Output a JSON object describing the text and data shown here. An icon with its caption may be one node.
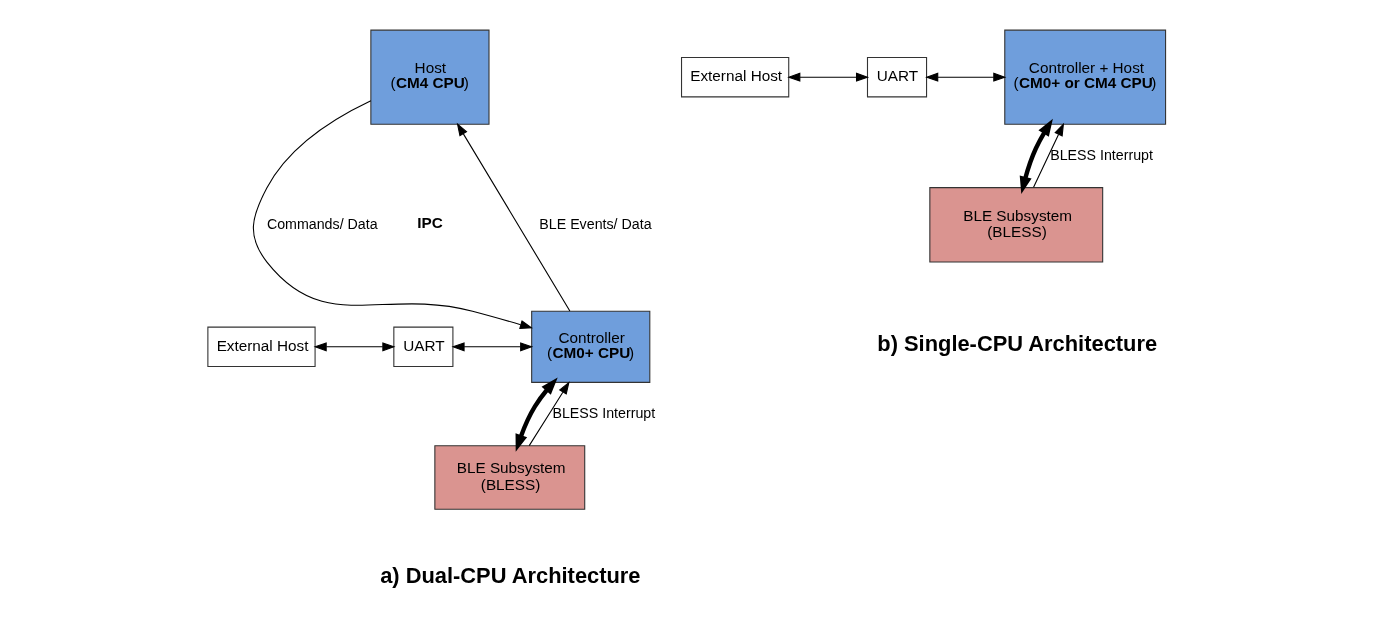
{
  "diagram": {
    "nodes": [
      {
        "text": [
          "Host",
          "(**CM4 CPU**)"
        ]
      },
      {
        "text": [
          "External Host"
        ]
      },
      {
        "text": [
          "UART"
        ]
      },
      {
        "text": [
          "Controller",
          "(**CM0+ CPU**)"
        ]
      },
      {
        "text": [
          "BLE Subsystem",
          "(BLESS)"
        ]
      },
      {
        "text": [
          "External Host"
        ]
      },
      {
        "text": [
          "UART"
        ]
      },
      {
        "text": [
          "Controller + Host",
          "(**CM0+ or CM4 CPU**)"
        ]
      },
      {
        "text": [
          "BLE Subsystem",
          "(BLESS)"
        ]
      }
    ],
    "edges": [
      {
        "from": 0,
        "to": 3,
        "arrow": "to",
        "label": "Commands/ Data"
      },
      {
        "from": 3,
        "to": 0,
        "arrow": "to",
        "label": "BLE Events/ Data"
      },
      {
        "from": 1,
        "to": 2,
        "arrow": "both"
      },
      {
        "from": 2,
        "to": 3,
        "arrow": "both"
      },
      {
        "from": 4,
        "to": 3,
        "arrow": "to",
        "label": "BLESS Interrupt"
      },
      {
        "from": 3,
        "to": 4,
        "arrow": "both",
        "style": "thick"
      },
      {
        "from": 5,
        "to": 6,
        "arrow": "both"
      },
      {
        "from": 6,
        "to": 7,
        "arrow": "both"
      },
      {
        "from": 8,
        "to": 7,
        "arrow": "to",
        "label": "BLESS Interrupt"
      },
      {
        "from": 7,
        "to": 8,
        "arrow": "both",
        "style": "thick"
      }
    ],
    "labels": [
      "IPC",
      "a) Dual-CPU Architecture",
      "b) Single-CPU Architecture"
    ]
  }
}
